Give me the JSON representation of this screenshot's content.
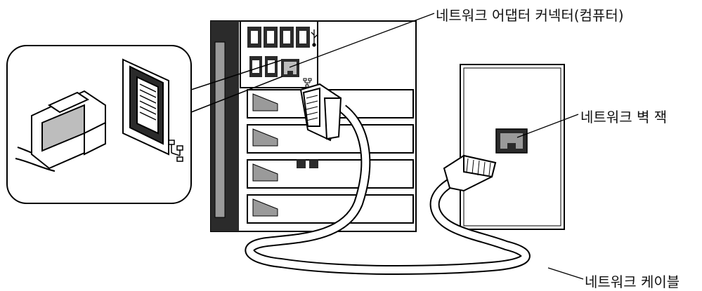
{
  "labels": {
    "network_adapter_connector": "네트워크 어댑터 커넥터(컴퓨터)",
    "network_wall_jack": "네트워크 벽 잭",
    "network_cable": "네트워크 케이블"
  },
  "icons": {
    "network_symbol": "network-icon",
    "usb_symbol": "usb-icon"
  },
  "colors": {
    "line": "#000000",
    "panel_fill": "#ffffff",
    "dark_area": "#2b2b2b",
    "gray_fill": "#bdbdbd"
  }
}
